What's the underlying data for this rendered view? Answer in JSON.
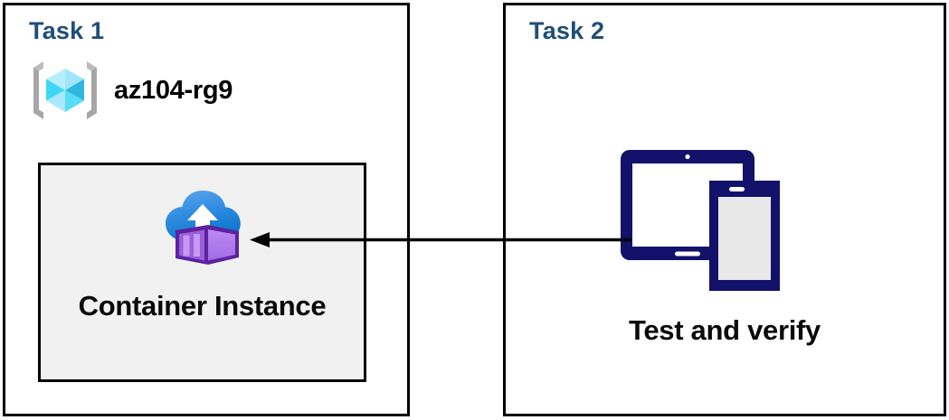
{
  "diagram": {
    "title": "Azure Container Instance task diagram",
    "background": "#FFFFFF"
  },
  "colors": {
    "panel_border": "#000000",
    "task_title": "#1F4E79",
    "card_fill": "#F1F1F1",
    "card_border": "#000000",
    "label_text": "#000000",
    "arrow": "#000000",
    "device_navy": "#12126B",
    "device_screen_gray": "#E8E8E8",
    "cloud_blue_light": "#5197E8",
    "cloud_blue_dark": "#0F7BD1",
    "container_purple_light": "#B07CEA",
    "container_purple_mid": "#9B5FD9",
    "container_purple_dark": "#5B23A0",
    "rg_cube_cyan_light": "#9BE7FB",
    "rg_cube_cyan": "#46DCFB",
    "rg_cube_cyan_dark": "#27BEE0",
    "rg_bracket_gray": "#A6A6A6"
  },
  "panels": [
    {
      "id": "task1",
      "title": "Task 1",
      "resource_group": {
        "icon": "azure-resource-group-icon",
        "label": "az104-rg9"
      },
      "card": {
        "icon": "azure-container-instance-icon",
        "label": "Container Instance"
      }
    },
    {
      "id": "task2",
      "title": "Task 2",
      "device": {
        "icon": "tablet-and-phone-icon",
        "label": "Test and verify"
      }
    }
  ],
  "connector": {
    "name": "verify-to-container-arrow",
    "direction": "right-to-left",
    "from": "task2.device",
    "to": "task1.card",
    "style": "solid",
    "arrowhead": "filled-triangle"
  }
}
